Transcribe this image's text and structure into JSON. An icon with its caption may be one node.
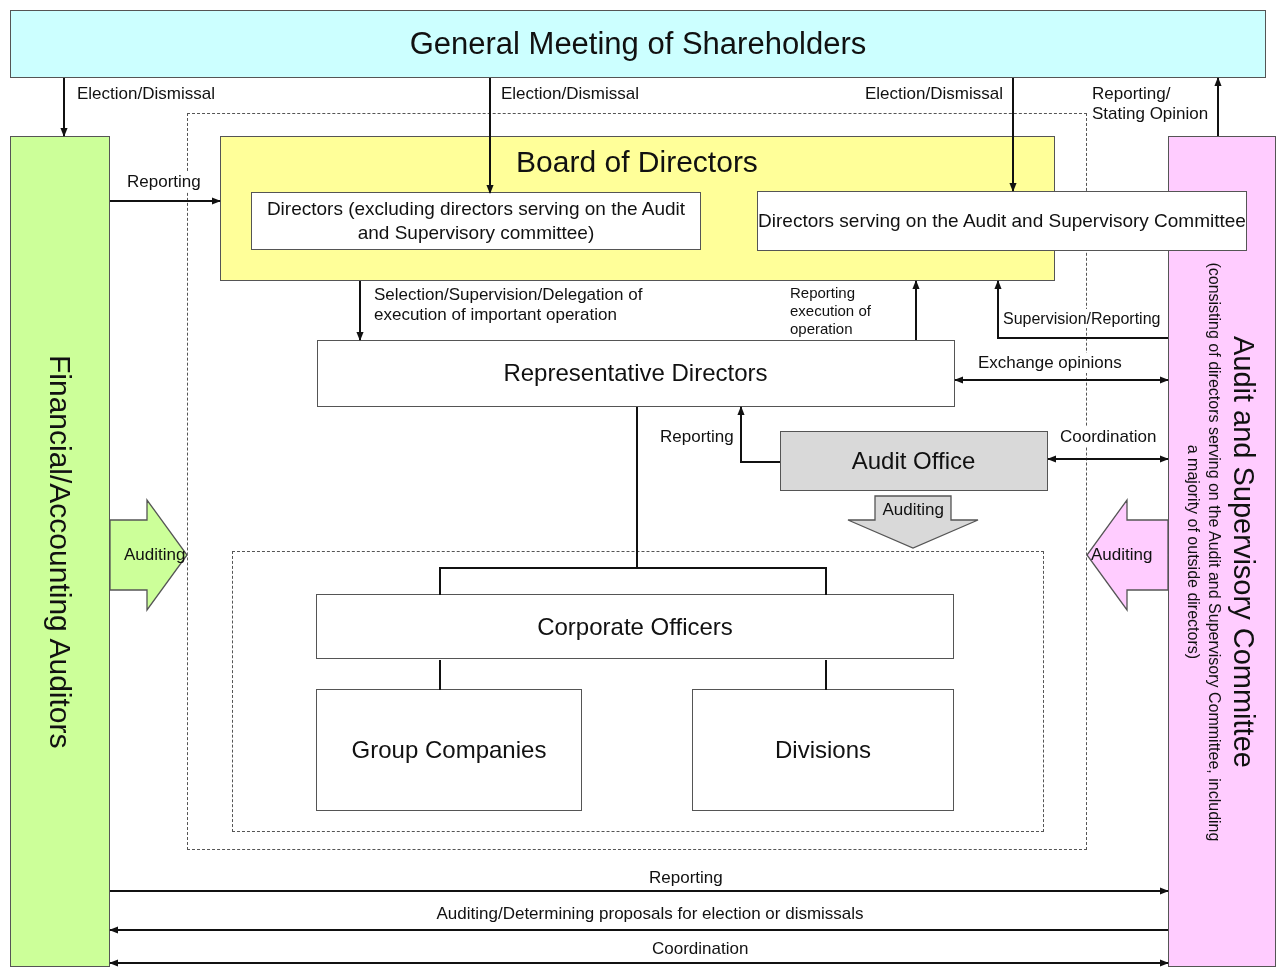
{
  "diagram": {
    "nodes": [
      {
        "text": [
          "General Meeting of Shareholders"
        ]
      },
      {
        "text": [
          "Financial/Accounting Auditors"
        ]
      },
      {
        "text": [
          "Audit and Supervisory Committee",
          "(consisting of directors serving on the Audit and Supervisory Committee, including a majority of outside directors)"
        ]
      },
      {
        "text": [],
        "shape": "box"
      },
      {
        "text": [
          "Board of Directors"
        ],
        "in": 3
      },
      {
        "text": [
          "Directors (excluding directors serving on the Audit and Supervisory committee)"
        ],
        "in": 4
      },
      {
        "text": [
          "Directors serving on the Audit and Supervisory Committee"
        ]
      },
      {
        "text": [
          "Representative Directors"
        ],
        "in": 3
      },
      {
        "text": [
          "Audit Office"
        ],
        "in": 3
      },
      {
        "text": [],
        "shape": "box",
        "in": 3
      },
      {
        "text": [
          "Corporate Officers"
        ],
        "in": 9
      },
      {
        "text": [
          "Group Companies"
        ],
        "in": 9
      },
      {
        "text": [
          "Divisions"
        ],
        "in": 9
      }
    ],
    "edges": [
      {
        "from": 0,
        "to": 1,
        "arrow": "to",
        "label": "Election/Dismissal"
      },
      {
        "from": 0,
        "to": 5,
        "arrow": "to",
        "label": "Election/Dismissal"
      },
      {
        "from": 0,
        "to": 6,
        "arrow": "to",
        "label": "Election/Dismissal"
      },
      {
        "from": 2,
        "to": 0,
        "arrow": "to",
        "label": "Reporting/ Stating Opinion"
      },
      {
        "from": 1,
        "to": 4,
        "arrow": "to",
        "label": "Reporting"
      },
      {
        "from": 4,
        "to": 7,
        "arrow": "to",
        "label": "Selection/Supervision/Delegation of execution of important operation"
      },
      {
        "from": 7,
        "to": 4,
        "arrow": "to",
        "label": "Reporting execution of operation"
      },
      {
        "from": 2,
        "to": 4,
        "arrow": "to",
        "label": "Supervision/Reporting"
      },
      {
        "from": 7,
        "to": 2,
        "arrow": "both",
        "label": "Exchange opinions"
      },
      {
        "from": 8,
        "to": 7,
        "arrow": "to",
        "label": "Reporting"
      },
      {
        "from": 8,
        "to": 2,
        "arrow": "both",
        "label": "Coordination"
      },
      {
        "from": 8,
        "to": 9,
        "arrow": "to",
        "label": "Auditing",
        "style": "thick",
        "color": "#d9d9d9"
      },
      {
        "from": 1,
        "to": 3,
        "arrow": "to",
        "label": "Auditing",
        "style": "thick",
        "color": "#ccff99"
      },
      {
        "from": 2,
        "to": 3,
        "arrow": "to",
        "label": "Auditing",
        "style": "thick",
        "color": "#ffccff"
      },
      {
        "from": 7,
        "to": 10,
        "arrow": "none"
      },
      {
        "from": 10,
        "to": 11,
        "arrow": "none"
      },
      {
        "from": 10,
        "to": 12,
        "arrow": "none"
      },
      {
        "from": 1,
        "to": 2,
        "arrow": "to",
        "label": "Reporting"
      },
      {
        "from": 2,
        "to": 1,
        "arrow": "to",
        "label": "Auditing/Determining proposals for election or dismissals"
      },
      {
        "from": 1,
        "to": 2,
        "arrow": "both",
        "label": "Coordination"
      }
    ]
  }
}
